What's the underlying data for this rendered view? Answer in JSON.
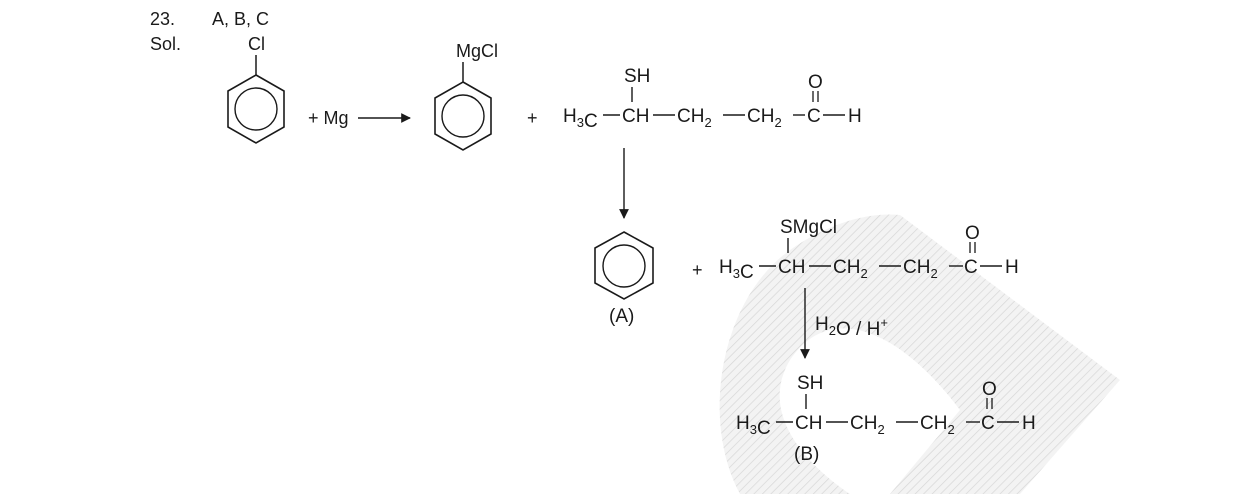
{
  "header": {
    "question_number": "23.",
    "answer": "A, B, C",
    "solution_label": "Sol."
  },
  "reaction_1": {
    "reactant": {
      "substituent": "Cl"
    },
    "plus_reagent": "+ Mg",
    "product": {
      "substituent": "MgCl"
    },
    "plus": "+",
    "thiol_aldehyde": {
      "methyl": "H3C",
      "ch": "CH",
      "ch2_a": "CH2",
      "ch2_b": "CH2",
      "carbonyl_c": "C",
      "aldehyde_h": "H",
      "thiol_group": "SH",
      "oxygen": "O"
    }
  },
  "reaction_2": {
    "benzene_label": "(A)",
    "plus": "+",
    "intermediate": {
      "methyl": "H3C",
      "ch": "CH",
      "ch2_a": "CH2",
      "ch2_b": "CH2",
      "carbonyl_c": "C",
      "aldehyde_h": "H",
      "thiolate_group": "SMgCl",
      "oxygen": "O"
    }
  },
  "reaction_3": {
    "reagent": "H2O / H+",
    "product": {
      "methyl": "H3C",
      "ch": "CH",
      "ch2_a": "CH2",
      "ch2_b": "CH2",
      "carbonyl_c": "C",
      "aldehyde_h": "H",
      "thiol_group": "SH",
      "oxygen": "O"
    },
    "product_label": "(B)"
  },
  "colors": {
    "ink": "#1a1a1a",
    "watermark": "#e3e3e3"
  }
}
